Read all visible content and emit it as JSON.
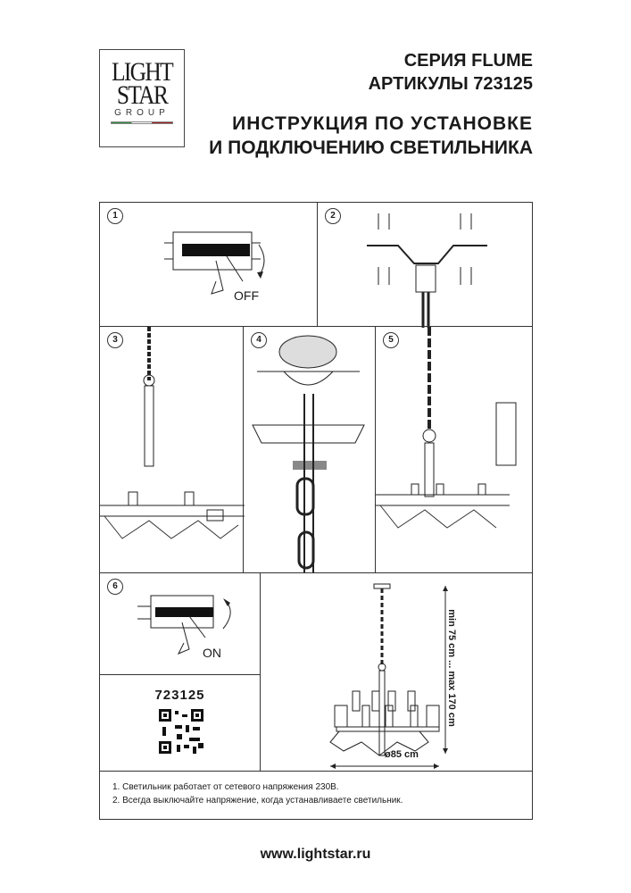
{
  "logo": {
    "line1": "LIGHT",
    "line2": "STAR",
    "line3": "GROUP"
  },
  "header": {
    "series": "СЕРИЯ FLUME",
    "articles": "АРТИКУЛЫ 723125",
    "title_line1": "ИНСТРУКЦИЯ ПО УСТАНОВКЕ",
    "title_line2": "И ПОДКЛЮЧЕНИЮ СВЕТИЛЬНИКА"
  },
  "steps": [
    {
      "number": "1",
      "label": "OFF"
    },
    {
      "number": "2"
    },
    {
      "number": "3"
    },
    {
      "number": "4"
    },
    {
      "number": "5"
    },
    {
      "number": "6",
      "label": "ON"
    }
  ],
  "product": {
    "code": "723125"
  },
  "dimensions": {
    "height": "min 75 cm ... max 170 cm",
    "diameter": "ø85 cm"
  },
  "notes": [
    "1. Светильник работает от сетевого напряжения 230В.",
    "2. Всегда выключайте напряжение, когда устанавливаете светильник."
  ],
  "footer": {
    "url": "www.lightstar.ru"
  }
}
